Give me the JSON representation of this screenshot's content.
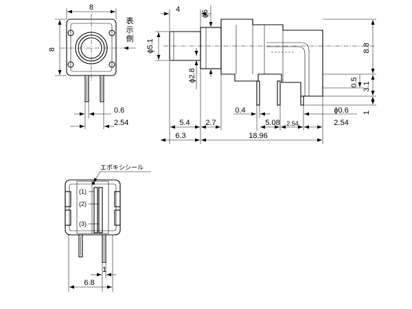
{
  "front_view": {
    "width": "8",
    "height": "8",
    "display_side": [
      "表",
      "示",
      "側"
    ],
    "pin_width": "0.6",
    "pin_pitch": "2.54"
  },
  "side_view": {
    "stem_length": "4",
    "stem_dia_top": "ϕ6",
    "stem_dia": "ϕ5.1",
    "shaft_dia": "ϕ2.8",
    "height": "8.8",
    "gap": "0.5",
    "offset": "3.1",
    "pin_offset": "1",
    "pin_thickness": "0.4",
    "hole_dia": "ϕ0.6",
    "dim_54": "5.4",
    "dim_27": "2.7",
    "dim_508": "5.08",
    "dim_254a": "2.54",
    "dim_254b": "2.54",
    "dim_63": "6.3",
    "dim_1896": "18.96"
  },
  "bottom_view": {
    "epoxy_label": "エポキシシール",
    "pin1": "(1)",
    "pin2": "(2)",
    "pin3": "(3)",
    "width": "6.8",
    "pin_offset": "1"
  }
}
